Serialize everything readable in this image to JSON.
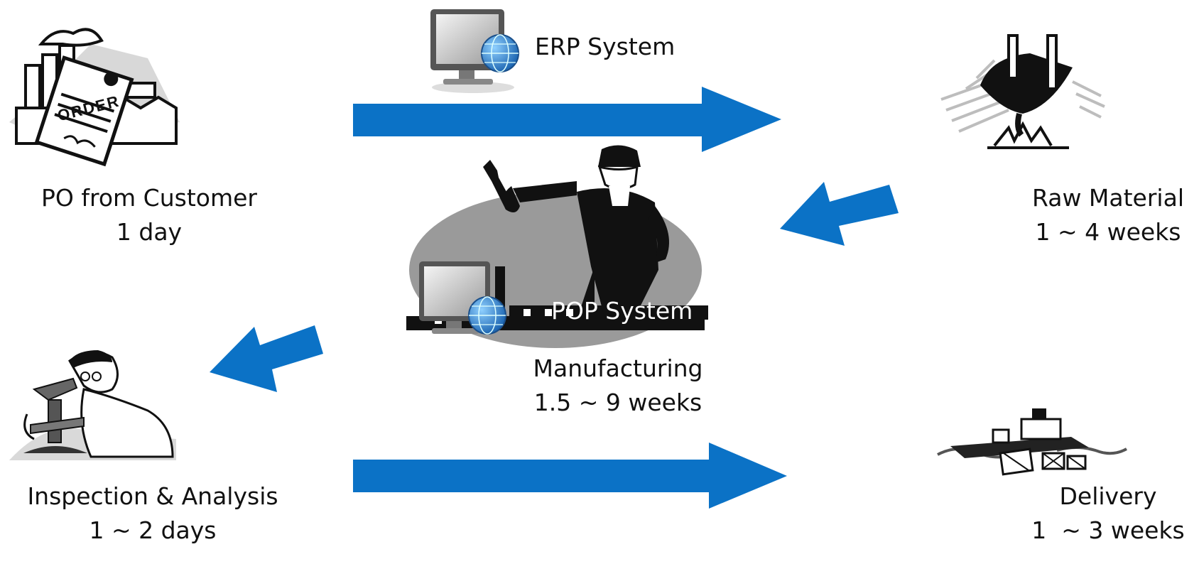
{
  "colors": {
    "arrow": "#0b72c6",
    "ink": "#111111",
    "ellipse": "#9a9a9a",
    "globe": "#2f86d4"
  },
  "erp": {
    "label": "ERP System",
    "icon": "computer-globe-icon"
  },
  "pop": {
    "label": "POP System",
    "icon": "computer-globe-icon"
  },
  "stages": {
    "po": {
      "title": "PO from Customer",
      "duration": "1 day",
      "icon": "order-document-icon",
      "stamp": "ORDER"
    },
    "raw": {
      "title": "Raw Material",
      "duration": "1 ~ 4 weeks",
      "icon": "pouring-crucible-icon"
    },
    "manufacturing": {
      "title": "Manufacturing",
      "duration": "1.5 ~ 9 weeks",
      "icon": "factory-worker-icon"
    },
    "inspection": {
      "title": "Inspection & Analysis",
      "duration": "1 ~ 2 days",
      "icon": "microscope-scientist-icon"
    },
    "delivery": {
      "title": "Delivery",
      "duration": "1  ~ 3 weeks",
      "icon": "cargo-ship-icon"
    }
  }
}
